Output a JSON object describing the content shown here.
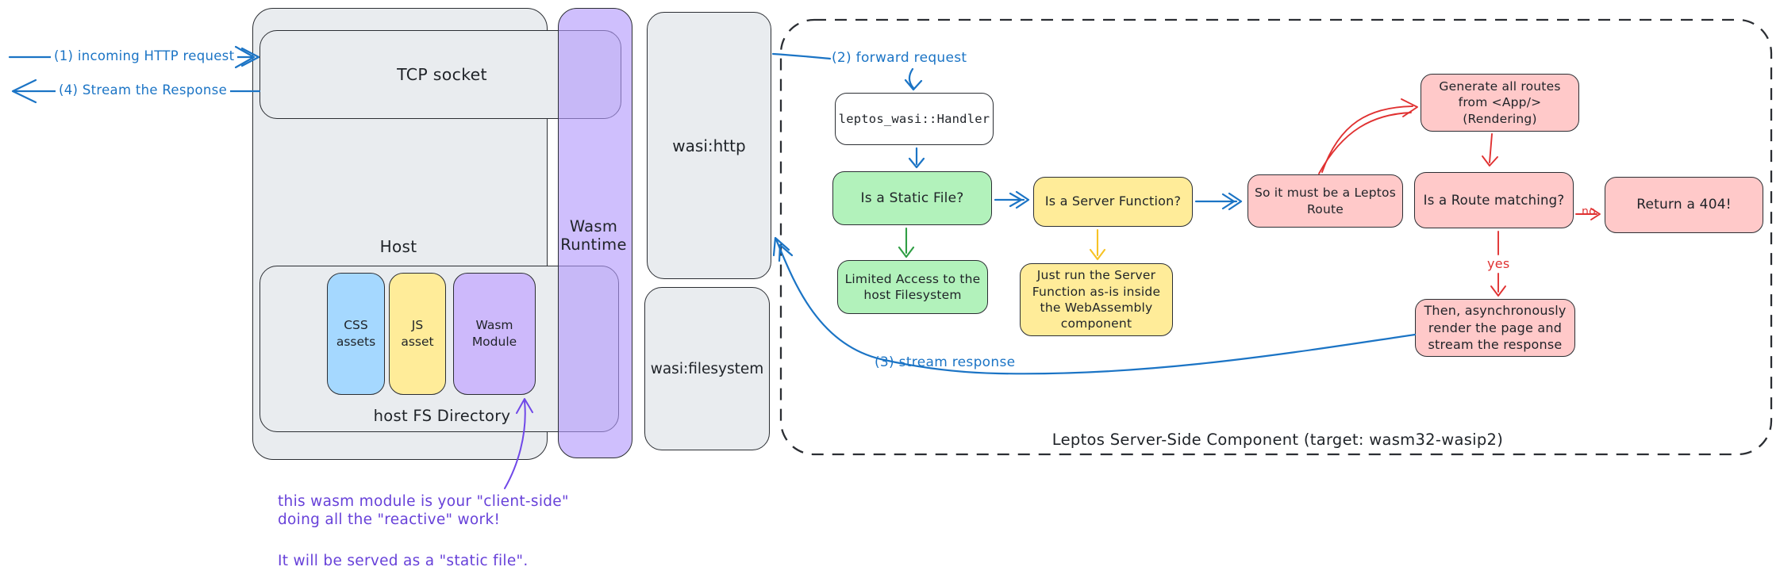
{
  "io": {
    "incoming_label": "(1) incoming HTTP request",
    "response_label": "(4) Stream the Response"
  },
  "host": {
    "title": "Host",
    "tcp_socket": "TCP socket",
    "fs_directory": "host FS Directory",
    "css_assets": "CSS\nassets",
    "js_asset": "JS\nasset",
    "wasm_module": "Wasm\nModule"
  },
  "wasm_runtime": {
    "title": "Wasm\nRuntime"
  },
  "wasi": {
    "http": "wasi:http",
    "filesystem": "wasi:filesystem"
  },
  "leptos": {
    "caption": "Leptos Server-Side Component (target: wasm32-wasip2)",
    "forward_label": "(2) forward request",
    "stream_label": "(3) stream response",
    "handler": "leptos_wasi::Handler",
    "is_static_file": "Is a Static File?",
    "is_server_fn": "Is a Server Function?",
    "leptos_route": "So it must be a Leptos\nRoute",
    "generate_routes": "Generate all routes\nfrom <App/>\n(Rendering)",
    "route_matching": "Is a Route matching?",
    "return_404": "Return a 404!",
    "render_stream": "Then, asynchronously\nrender the page and\nstream the response",
    "limited_access": "Limited Access to the\nhost Filesystem",
    "run_server_fn": "Just run the Server\nFunction as-is inside\nthe WebAssembly\ncomponent",
    "yes_label": "yes",
    "no_label": "no"
  },
  "annotation": {
    "wasm_note": "this wasm module is your \"client-side\"\ndoing all the \"reactive\" work!",
    "static_note": "It will be served as a \"static file\"."
  },
  "colors": {
    "blue_accent": "#1b74c5",
    "red_accent": "#e03131",
    "green_accent": "#2f9e44",
    "yellow_accent": "#f7c325",
    "purple_accent": "#7048e8",
    "gray_fill": "#e9ecef",
    "green_fill": "#b2f2bb",
    "yellow_fill": "#ffec99",
    "pink_fill": "#ffc9c9",
    "blue_fill": "#a5d8ff",
    "purple_fill": "#cdb9fb",
    "stroke_dark": "#2b2e33"
  }
}
